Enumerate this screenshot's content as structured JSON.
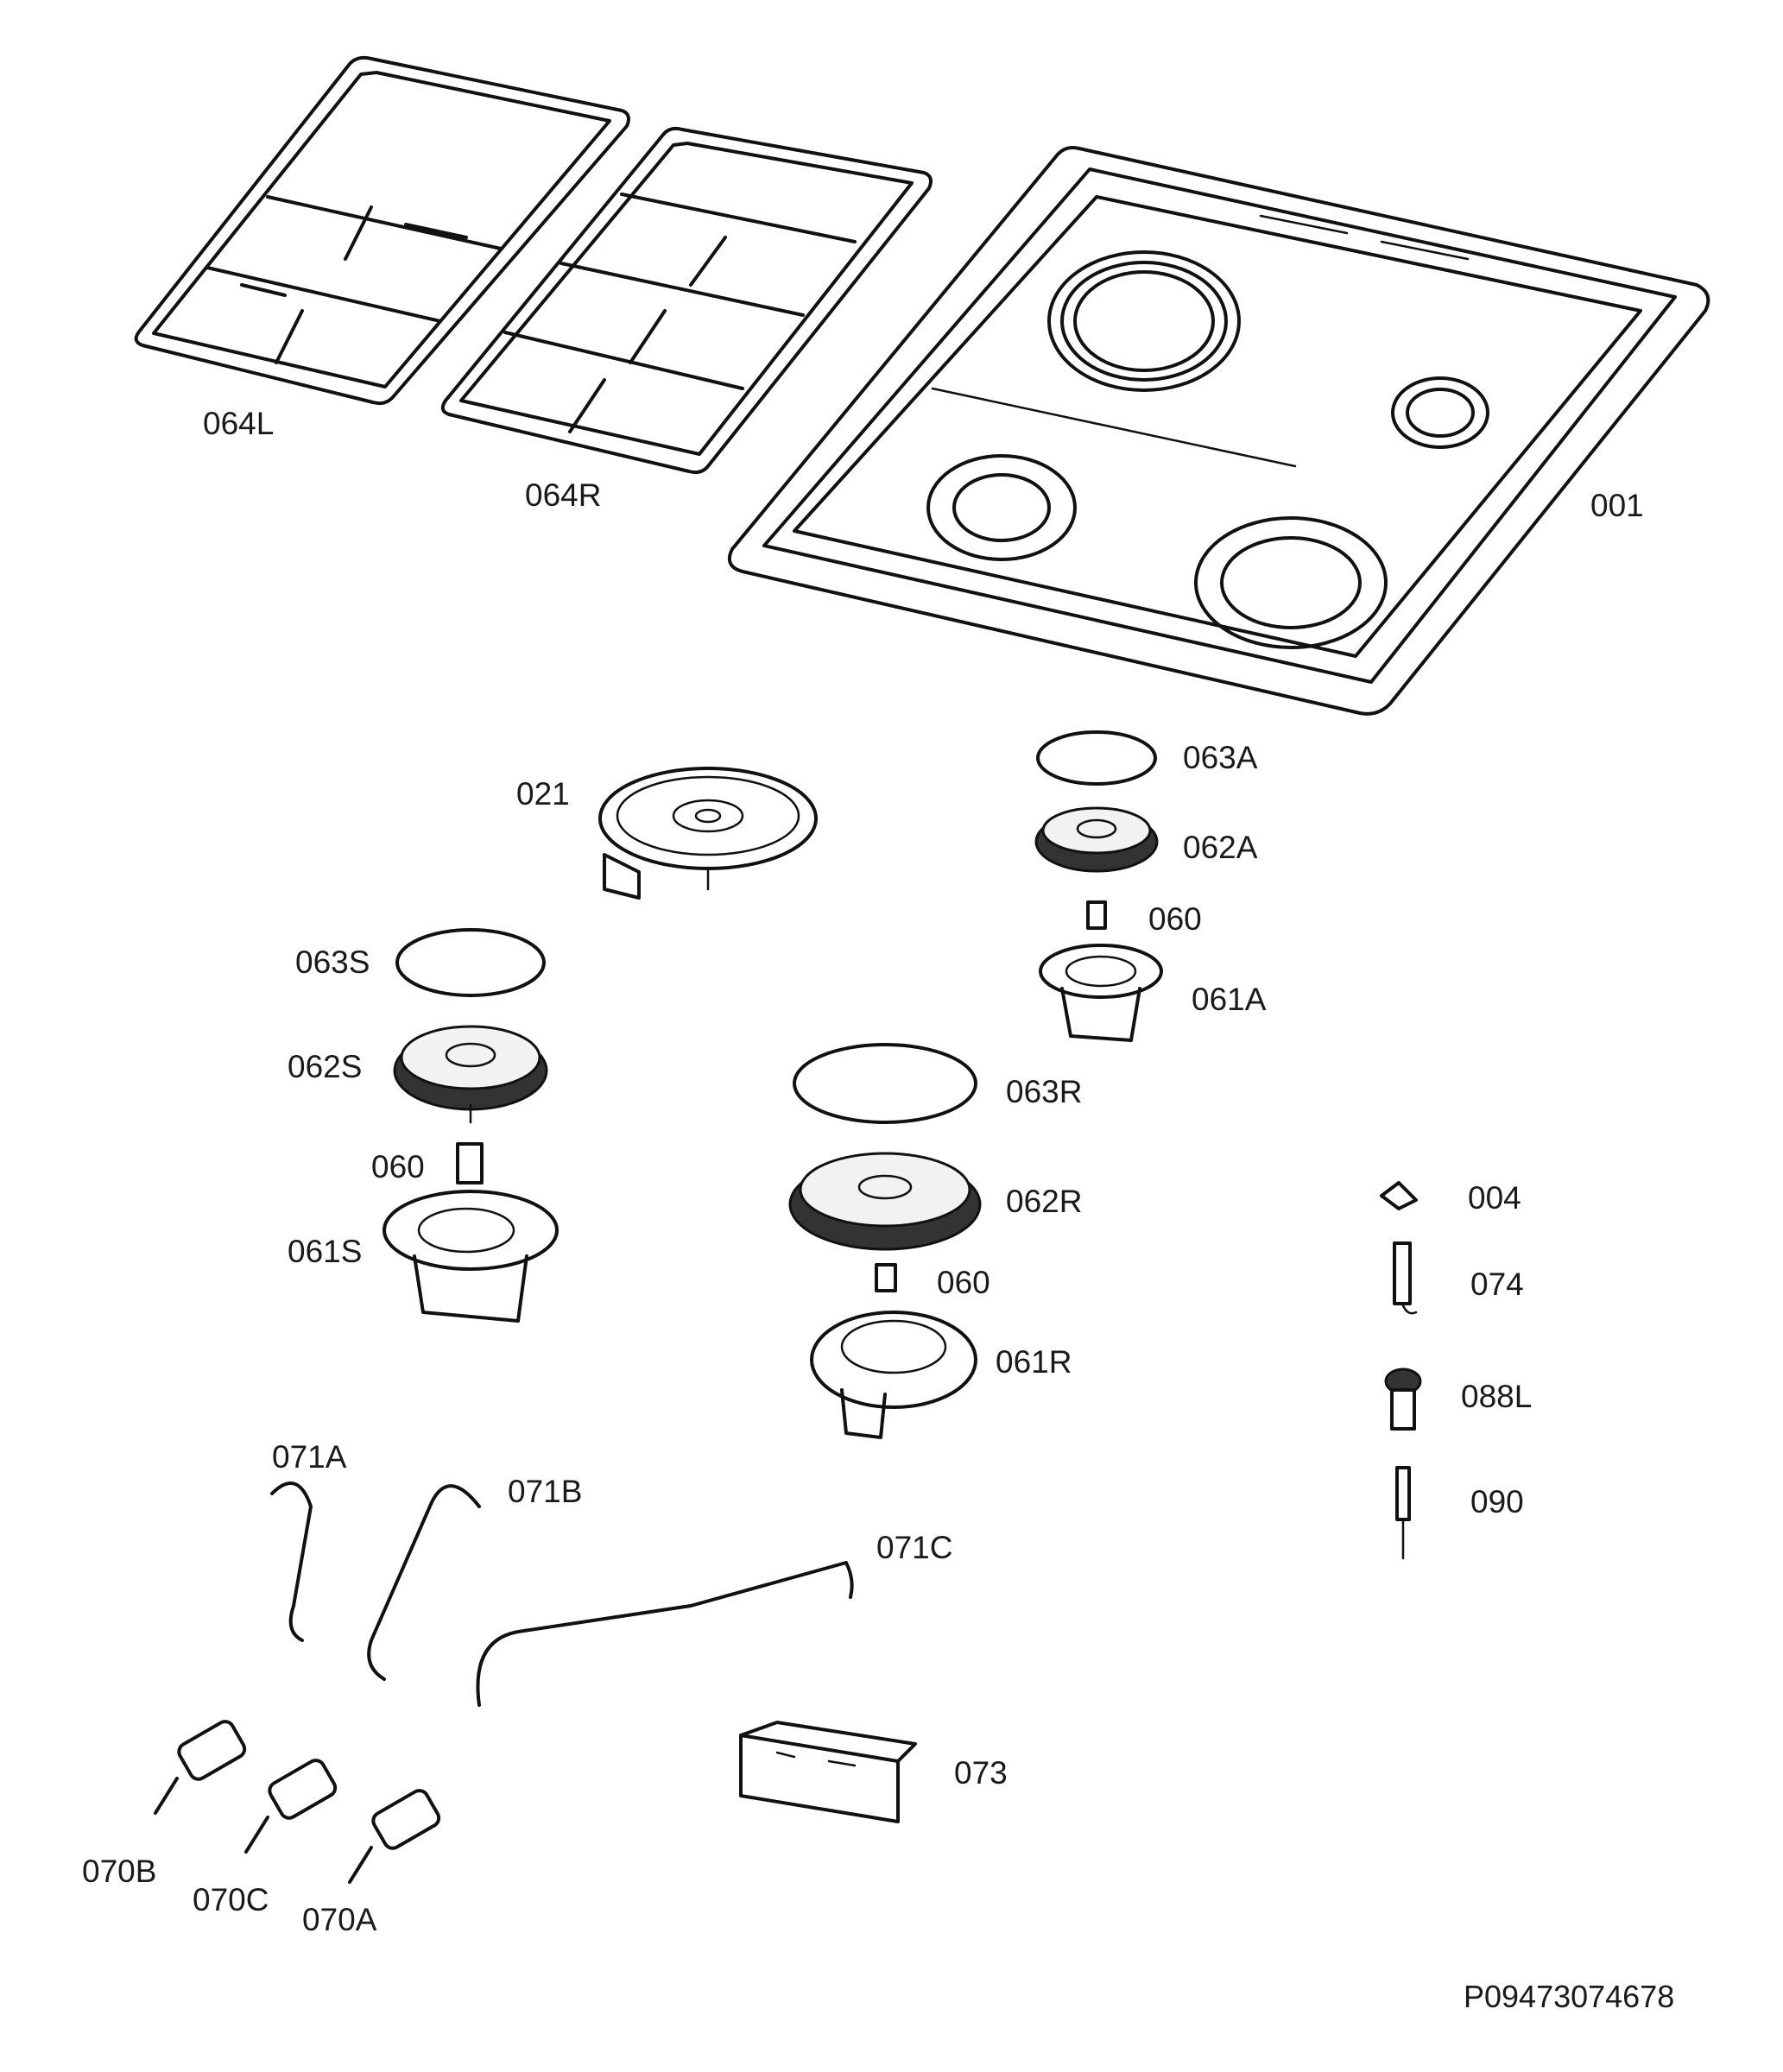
{
  "labels": {
    "p064L": "064L",
    "p064R": "064R",
    "p001": "001",
    "p021": "021",
    "p063A": "063A",
    "p062A": "062A",
    "p060a": "060",
    "p061A": "061A",
    "p063S": "063S",
    "p062S": "062S",
    "p060s": "060",
    "p061S": "061S",
    "p063R": "063R",
    "p062R": "062R",
    "p060r": "060",
    "p061R": "061R",
    "p004": "004",
    "p074": "074",
    "p088L": "088L",
    "p090": "090",
    "p071A": "071A",
    "p071B": "071B",
    "p071C": "071C",
    "p073": "073",
    "p070B": "070B",
    "p070C": "070C",
    "p070A": "070A"
  },
  "drawing_code": "P09473074678"
}
